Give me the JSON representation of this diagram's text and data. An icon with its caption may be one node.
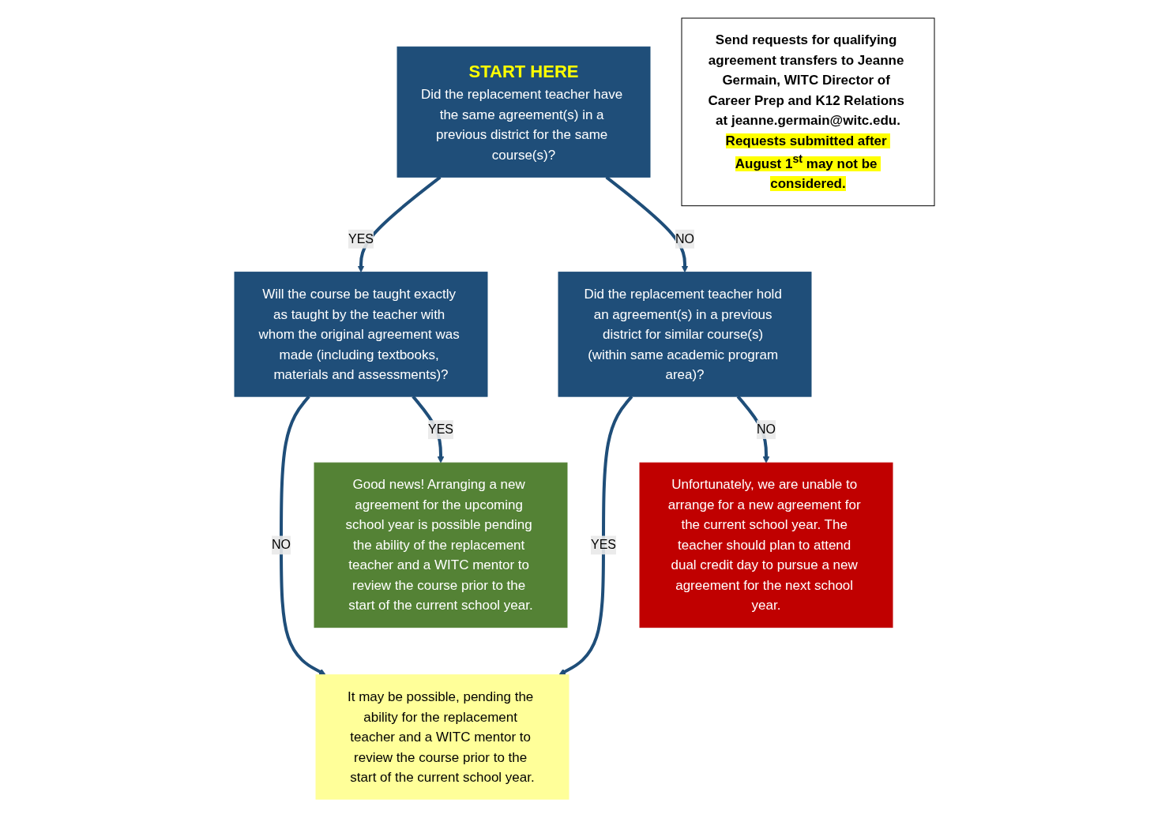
{
  "diagram": {
    "nodes": [
      {
        "text": [
          "START HERE",
          "Did the replacement teacher have the same agreement(s) in a previous district for the same course(s)?"
        ]
      },
      {
        "text": [
          "Will the course be taught exactly as taught by the teacher with whom the original agreement was made (including textbooks, materials and assessments)?"
        ]
      },
      {
        "text": [
          "Did the replacement teacher hold an agreement(s) in a previous district for similar course(s) (within same academic program area)?"
        ]
      },
      {
        "text": [
          "It may be possible, pending the ability for the replacement teacher and a WITC mentor to review the course prior to the start of the current school year."
        ]
      },
      {
        "text": [
          "Good news! Arranging a new agreement for the upcoming school year is possible pending the ability of the replacement teacher and a WITC mentor to review the course prior to the start of the current school year."
        ]
      },
      {
        "text": [
          "Unfortunately, we are unable to arrange for a new agreement for the current school year. The teacher should plan to attend dual credit day to pursue a new agreement for the next school year."
        ]
      },
      {
        "text": [
          "Send requests for qualifying agreement transfers to Jeanne Germain, WITC Director of Career Prep and K12 Relations at jeanne.germain@witc.edu.",
          "Requests submitted after August 1$^{st}$ may not be considered."
        ]
      }
    ],
    "edges": [
      {
        "from": 0,
        "to": 1,
        "arrow": "to",
        "label": "YES"
      },
      {
        "from": 0,
        "to": 2,
        "arrow": "to",
        "label": "NO"
      },
      {
        "from": 1,
        "to": 3,
        "arrow": "to",
        "label": "NO"
      },
      {
        "from": 1,
        "to": 4,
        "arrow": "to",
        "label": "YES"
      },
      {
        "from": 2,
        "to": 3,
        "arrow": "to",
        "label": "YES"
      },
      {
        "from": 2,
        "to": 5,
        "arrow": "to",
        "label": "NO"
      }
    ]
  }
}
